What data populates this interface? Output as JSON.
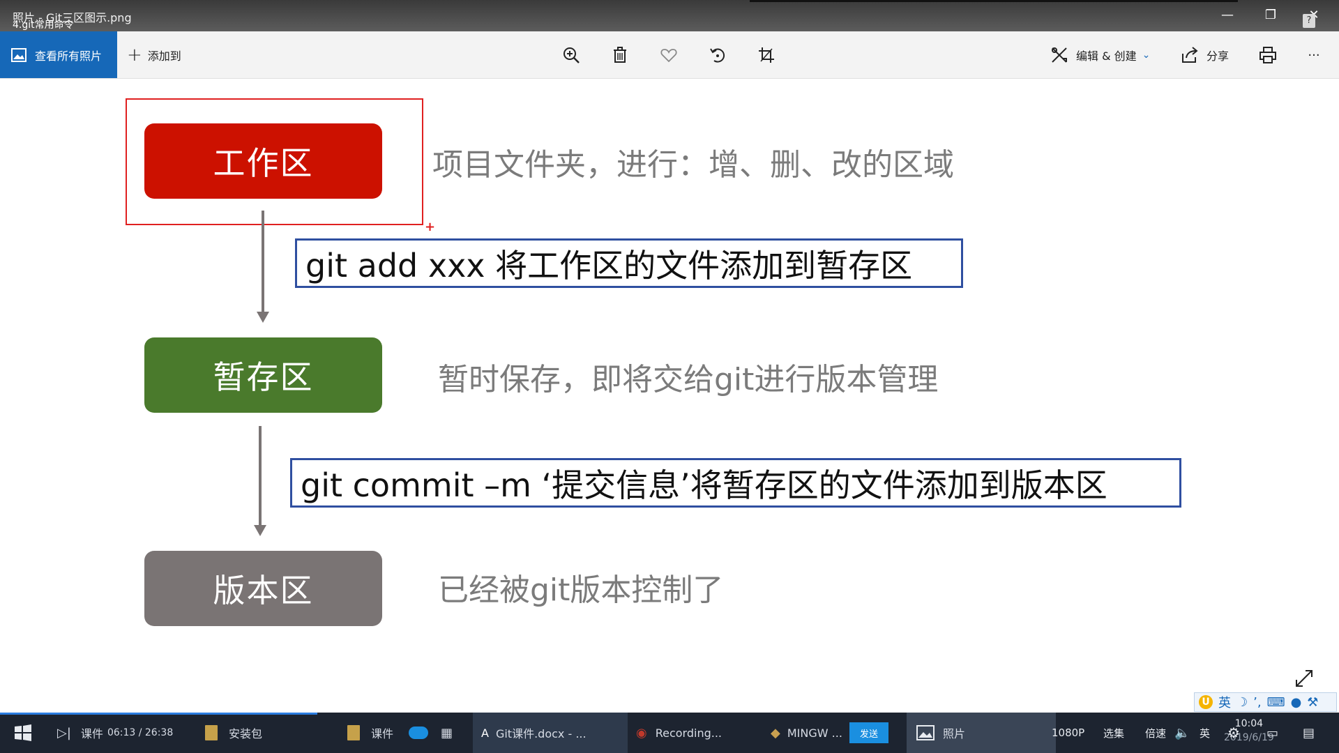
{
  "window": {
    "title": "照片 - Git三区图示.png",
    "overlay_title": "4.git常用命令",
    "help_badge": "?"
  },
  "toolbar": {
    "view_all_label": "查看所有照片",
    "add_to_label": "添加到",
    "edit_create_label": "编辑 & 创建",
    "share_label": "分享",
    "more_label": "···"
  },
  "slide": {
    "zones": [
      {
        "label": "工作区",
        "color": "#cc1100",
        "desc": "项目文件夹，进行：增、删、改的区域"
      },
      {
        "label": "暂存区",
        "color": "#4a7a2c",
        "desc": "暂时保存，即将交给git进行版本管理"
      },
      {
        "label": "版本区",
        "color": "#7a7474",
        "desc": "已经被git版本控制了"
      }
    ],
    "commands": [
      {
        "text": "git  add  xxx     将工作区的文件添加到暂存区"
      },
      {
        "text": "git  commit  –m  ‘提交信息’将暂存区的文件添加到版本区"
      }
    ],
    "selection_color": "#e02020",
    "command_border_color": "#2f4fa0"
  },
  "ime": {
    "mode": "英",
    "logo": "U"
  },
  "taskbar": {
    "items": [
      {
        "label": "课件",
        "extra": "06:13 / 26:38"
      },
      {
        "label": "安装包"
      },
      {
        "label": "课件"
      },
      {
        "label": "Git课件.docx - ..."
      },
      {
        "label": "Recording..."
      },
      {
        "label": "MINGW ..."
      },
      {
        "label": "照片"
      }
    ],
    "send_label": "发送",
    "resolution": "1080P",
    "tray_labels": [
      "选集",
      "倍速"
    ],
    "lang": "英",
    "time": "10:04",
    "date": "2019/6/19"
  }
}
